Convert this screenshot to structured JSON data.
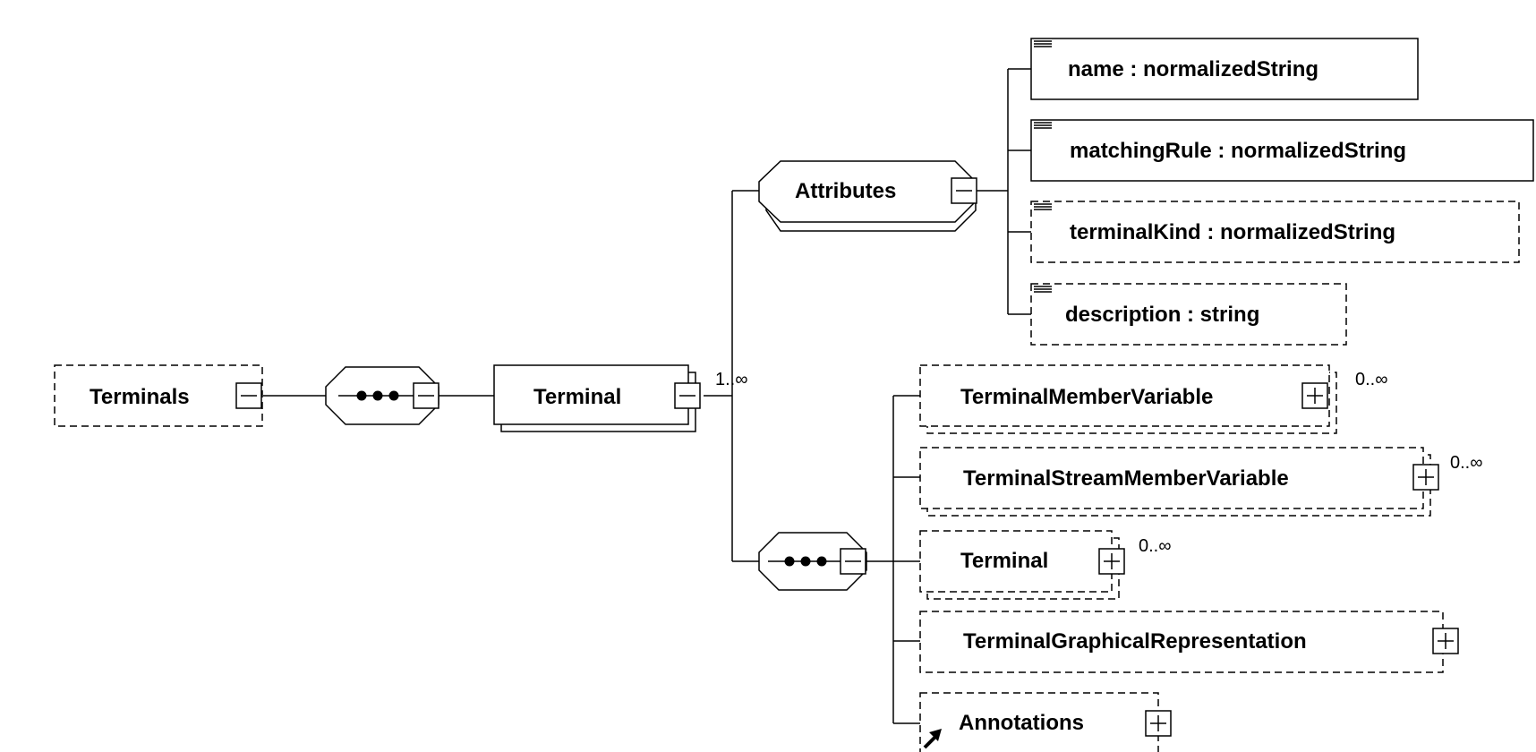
{
  "root": {
    "label": "Terminals",
    "toggle": "collapse"
  },
  "root_compositor": {
    "kind": "sequence",
    "toggle": "collapse"
  },
  "terminal_element": {
    "label": "Terminal",
    "cardinality": "1..∞",
    "toggle": "collapse"
  },
  "attributes_group": {
    "label": "Attributes",
    "toggle": "collapse",
    "items": [
      {
        "label": "name : normalizedString",
        "optional": false
      },
      {
        "label": "matchingRule : normalizedString",
        "optional": false
      },
      {
        "label": "terminalKind : normalizedString",
        "optional": true
      },
      {
        "label": "description : string",
        "optional": true
      }
    ]
  },
  "child_sequence": {
    "kind": "sequence",
    "toggle": "collapse",
    "children": [
      {
        "label": "TerminalMemberVariable",
        "cardinality": "0..∞",
        "toggle": "expand",
        "optional": true
      },
      {
        "label": "TerminalStreamMemberVariable",
        "cardinality": "0..∞",
        "toggle": "expand",
        "optional": true
      },
      {
        "label": "Terminal",
        "cardinality": "0..∞",
        "toggle": "expand",
        "optional": true
      },
      {
        "label": "TerminalGraphicalRepresentation",
        "toggle": "expand",
        "optional": true
      },
      {
        "label": "Annotations",
        "toggle": "expand",
        "optional": true,
        "reference": true
      }
    ]
  },
  "colors": {
    "stroke": "#000000",
    "background": "#ffffff"
  }
}
